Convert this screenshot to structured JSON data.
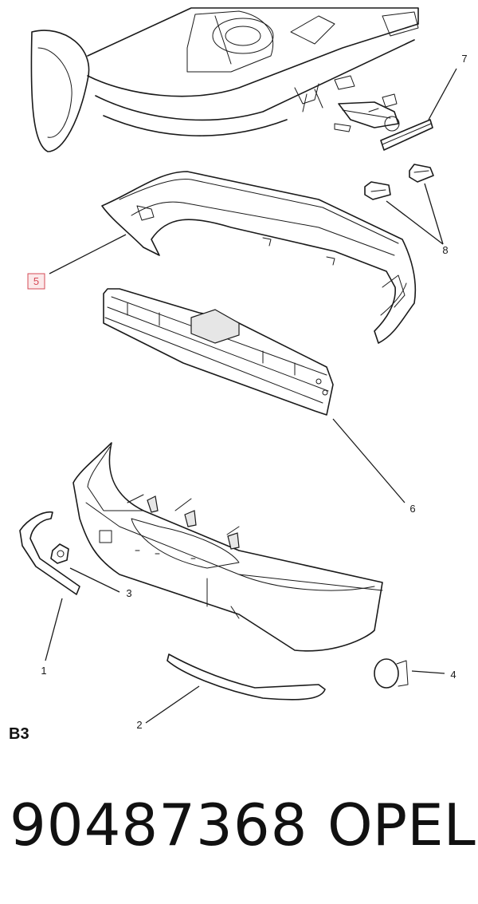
{
  "diagram": {
    "callouts": [
      "1",
      "2",
      "3",
      "4",
      "5",
      "6",
      "7",
      "8"
    ],
    "highlighted_callout": "5"
  },
  "footer": {
    "model_code": "B3",
    "part_number": "90487368",
    "brand": "OPEL"
  },
  "colors": {
    "line": "#1a1a1a",
    "highlight": "#d64a56",
    "highlight_fill": "#fbe9ea"
  }
}
